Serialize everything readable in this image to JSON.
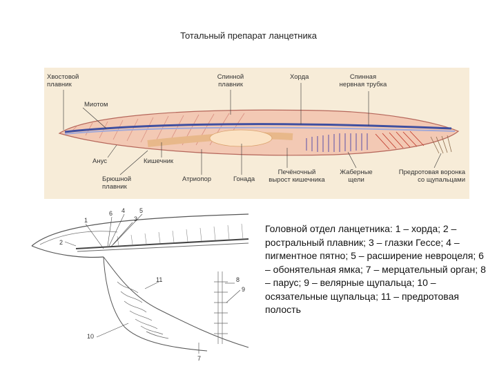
{
  "title": "Тотальный препарат ланцетника",
  "top_figure": {
    "labels": {
      "tail_fin": "Хвостовой\nплавник",
      "dorsal_fin": "Спинной\nплавник",
      "chord": "Хорда",
      "nerve_tube": "Спинная\nнервная трубка",
      "myotome": "Миотом",
      "anus": "Анус",
      "intestine": "Кишечник",
      "ventral_fin": "Брюшной\nплавник",
      "atriopore": "Атриопор",
      "gonad": "Гонада",
      "hepatic_outgrowth": "Печёночный\nвырост кишечника",
      "gill_slits": "Жаберные\nщели",
      "oral_funnel": "Предротовая воронка\nсо щупальцами"
    }
  },
  "bottom_figure": {
    "numbers": [
      "1",
      "2",
      "3",
      "4",
      "5",
      "6",
      "7",
      "8",
      "9",
      "10",
      "11"
    ]
  },
  "caption": "Головной отдел ланцетника: 1 – хорда; 2 – ростральный плавник; 3 – глазки Гессе; 4 – пигментное пятно; 5 – расширение невроцеля; 6 – обонятельная ямка; 7 – мерцательный орган; 8 – парус; 9 – велярные щупальца; 10 – осязательные щупальца; 11 – предротовая полость"
}
